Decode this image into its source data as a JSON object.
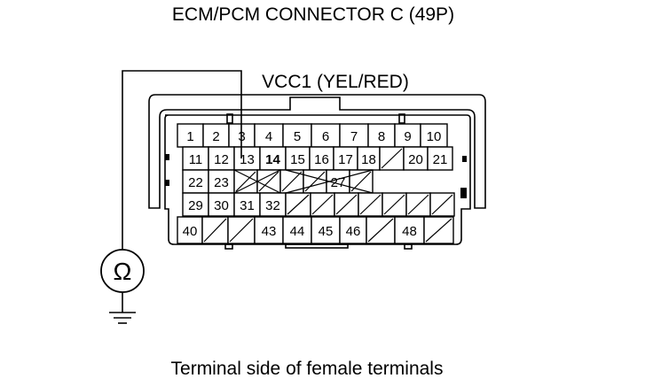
{
  "title": "ECM/PCM CONNECTOR C (49P)",
  "wire_label": "VCC1 (YEL/RED)",
  "caption": "Terminal side of female terminals",
  "meter_symbol": "Ω",
  "highlighted_terminal": "13",
  "rows": [
    [
      {
        "label": "1"
      },
      {
        "label": "2"
      },
      {
        "label": "3"
      },
      {
        "label": "4"
      },
      {
        "label": "5"
      },
      {
        "label": "6"
      },
      {
        "label": "7"
      },
      {
        "label": "8"
      },
      {
        "label": "9"
      },
      {
        "label": "10"
      }
    ],
    [
      {
        "label": "11"
      },
      {
        "label": "12"
      },
      {
        "label": "13"
      },
      {
        "label": "14",
        "bold": true
      },
      {
        "label": "15"
      },
      {
        "label": "16"
      },
      {
        "label": "17"
      },
      {
        "label": "18"
      },
      {
        "label": "",
        "empty": true
      },
      {
        "label": "20"
      },
      {
        "label": "21"
      }
    ],
    [
      {
        "label": "22"
      },
      {
        "label": "23"
      },
      {
        "label": "",
        "empty": true
      },
      {
        "label": "",
        "empty": true
      },
      {
        "label": "",
        "empty": true
      },
      {
        "label": "",
        "empty": true
      },
      {
        "label": "27"
      },
      {
        "label": "",
        "empty": true
      }
    ],
    [
      {
        "label": "29"
      },
      {
        "label": "30"
      },
      {
        "label": "31"
      },
      {
        "label": "32"
      },
      {
        "label": "",
        "empty": true
      },
      {
        "label": "",
        "empty": true
      },
      {
        "label": "",
        "empty": true
      },
      {
        "label": "",
        "empty": true
      },
      {
        "label": "",
        "empty": true
      },
      {
        "label": "",
        "empty": true
      },
      {
        "label": "",
        "empty": true
      }
    ],
    [
      {
        "label": "40"
      },
      {
        "label": "",
        "empty": true
      },
      {
        "label": "",
        "empty": true
      },
      {
        "label": "43"
      },
      {
        "label": "44"
      },
      {
        "label": "45"
      },
      {
        "label": "46"
      },
      {
        "label": "",
        "empty": true
      },
      {
        "label": "48"
      },
      {
        "label": "",
        "empty": true
      }
    ]
  ]
}
